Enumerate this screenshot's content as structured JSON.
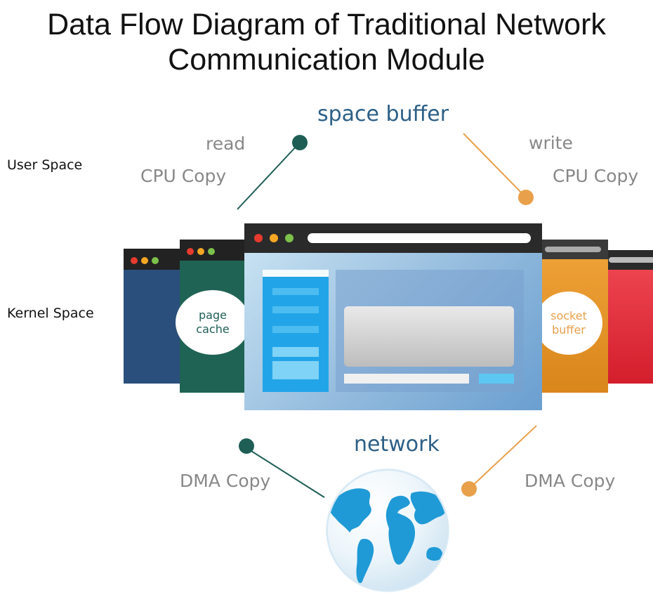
{
  "title": {
    "line1": "Data Flow Diagram of Traditional Network",
    "line2": "Communication Module"
  },
  "layers": {
    "user": "User Space",
    "kernel": "Kernel Space"
  },
  "top": {
    "heading": "space buffer",
    "left_op": "read",
    "left_copy": "CPU Copy",
    "right_op": "write",
    "right_copy": "CPU Copy"
  },
  "bottom": {
    "heading": "network",
    "left_copy": "DMA Copy",
    "right_copy": "DMA Copy"
  },
  "nodes": {
    "page_cache": [
      "page",
      "cache"
    ],
    "socket_buffer": [
      "socket",
      "buffer"
    ]
  },
  "colors": {
    "teal": "#1e5e55",
    "orange": "#e8a04a",
    "heading_blue": "#2d5f86",
    "label_gray": "#888888"
  },
  "icons": {
    "globe": "globe-icon"
  }
}
